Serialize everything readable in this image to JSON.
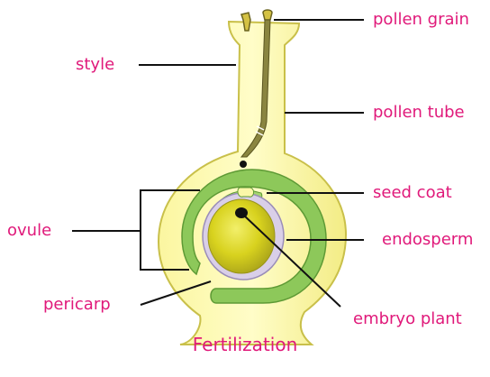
{
  "labels": {
    "pollen_grain": "pollen grain",
    "style": "style",
    "pollen_tube": "pollen tube",
    "seed_coat": "seed coat",
    "ovule": "ovule",
    "endosperm": "endosperm",
    "pericarp": "pericarp",
    "embryo_plant": "embryo plant"
  },
  "caption": "Fertilization",
  "colors": {
    "label_text": "#e0197a",
    "ovary_fill": "#fbf7a8",
    "ovary_outline": "#c9c04a",
    "ovule_green": "#8dc85a",
    "ovule_green_dark": "#5e9a35",
    "embryo_sac_lilac": "#d9cfe8",
    "endosperm_yellow": "#d4d020",
    "pollen_tube": "#7e7a40"
  }
}
